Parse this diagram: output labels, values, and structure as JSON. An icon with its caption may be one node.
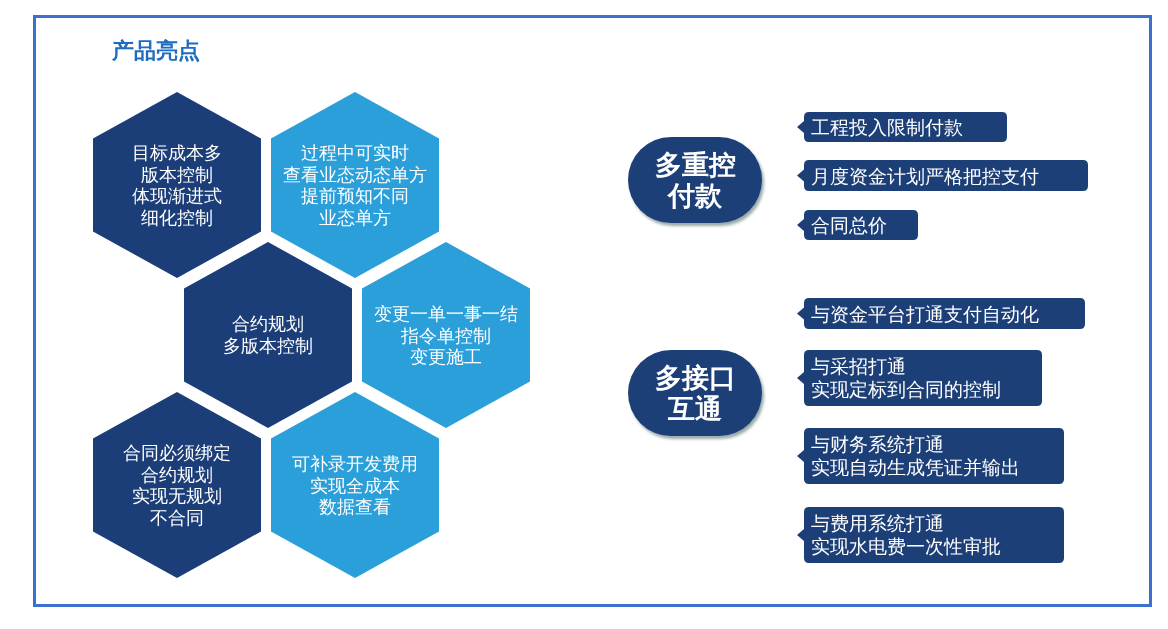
{
  "diagram": {
    "title": "产品亮点",
    "nodes": [
      {
        "text": [
          "目标成本多版本控制体现渐进式细化控制"
        ]
      },
      {
        "text": [
          "过程中可实时查看业态动态单方提前预知不同业态单方"
        ]
      },
      {
        "text": [
          "合约规划多版本控制"
        ]
      },
      {
        "text": [
          "变更一单一事一结指令单控制变更施工"
        ]
      },
      {
        "text": [
          "合同必须绑定合约规划实现无规划不合同"
        ]
      },
      {
        "text": [
          "可补录开发费用实现全成本数据查看"
        ]
      },
      {
        "text": [
          "多重控付款"
        ]
      },
      {
        "text": [
          "工程投入限制付款"
        ]
      },
      {
        "text": [
          "月度资金计划严格把控支付"
        ]
      },
      {
        "text": [
          "合同总价"
        ]
      },
      {
        "text": [
          "多接口互通"
        ]
      },
      {
        "text": [
          "与资金平台打通支付自动化"
        ]
      },
      {
        "text": [
          "与采招打通实现定标到合同的控制"
        ]
      },
      {
        "text": [
          "与财务系统打通实现自动生成凭证并输出"
        ]
      },
      {
        "text": [
          "与费用系统打通实现水电费一次性审批"
        ]
      }
    ]
  }
}
